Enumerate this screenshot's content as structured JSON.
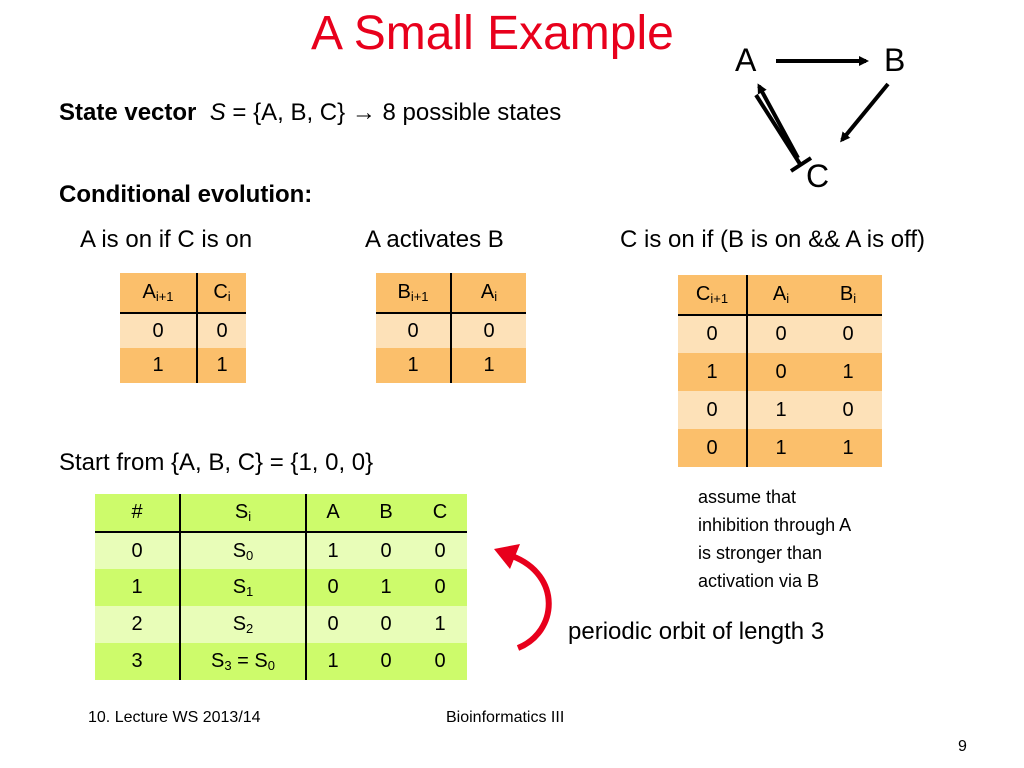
{
  "title": "A Small Example",
  "state_vector": {
    "label": "State vector",
    "var": "S",
    "rest": "= {A, B, C} → 8 possible states"
  },
  "conditional_evolution": "Conditional evolution:",
  "rules": {
    "rule1": "A is on if C is on",
    "rule2": "A activates B",
    "rule3": "C is on if (B is on && A is off)"
  },
  "network": {
    "node_a": "A",
    "node_b": "B",
    "node_c": "C",
    "colors": {
      "arrow": "#000000"
    }
  },
  "table1": {
    "h1_main": "A",
    "h1_sub": "i+1",
    "h2_main": "C",
    "h2_sub": "i",
    "rows": [
      [
        "0",
        "0"
      ],
      [
        "1",
        "1"
      ]
    ]
  },
  "table2": {
    "h1_main": "B",
    "h1_sub": "i+1",
    "h2_main": "A",
    "h2_sub": "i",
    "rows": [
      [
        "0",
        "0"
      ],
      [
        "1",
        "1"
      ]
    ]
  },
  "table3": {
    "h1_main": "C",
    "h1_sub": "i+1",
    "h2_main": "A",
    "h2_sub": "i",
    "h3_main": "B",
    "h3_sub": "i",
    "rows": [
      [
        "0",
        "0",
        "0"
      ],
      [
        "1",
        "0",
        "1"
      ],
      [
        "0",
        "1",
        "0"
      ],
      [
        "0",
        "1",
        "1"
      ]
    ]
  },
  "start": "Start from {A, B, C} = {1, 0, 0}",
  "note_lines": [
    "assume that",
    "inhibition through A",
    "is stronger than",
    "activation via B"
  ],
  "state_table": {
    "headers": [
      "#",
      "S",
      "A",
      "B",
      "C"
    ],
    "header_s_sub": "i",
    "rows": [
      {
        "n": "0",
        "s": "S",
        "s_sub": "0",
        "s_eq": "",
        "s_eq_sub": "",
        "a": "1",
        "b": "0",
        "c": "0"
      },
      {
        "n": "1",
        "s": "S",
        "s_sub": "1",
        "s_eq": "",
        "s_eq_sub": "",
        "a": "0",
        "b": "1",
        "c": "0"
      },
      {
        "n": "2",
        "s": "S",
        "s_sub": "2",
        "s_eq": "",
        "s_eq_sub": "",
        "a": "0",
        "b": "0",
        "c": "1"
      },
      {
        "n": "3",
        "s": "S",
        "s_sub": "3",
        "s_eq": " = S",
        "s_eq_sub": "0",
        "a": "1",
        "b": "0",
        "c": "0"
      }
    ]
  },
  "orbit": {
    "label": "periodic orbit of length 3",
    "color": "#e8001c"
  },
  "footer": {
    "left": "10. Lecture WS 2013/14",
    "center": "Bioinformatics III",
    "page": "9"
  },
  "colors": {
    "title": "#e8001c",
    "orange_dark": "#fbbf6b",
    "orange_light": "#fde1b8",
    "green_dark": "#cdfb6b",
    "green_light": "#e8fdb8"
  }
}
